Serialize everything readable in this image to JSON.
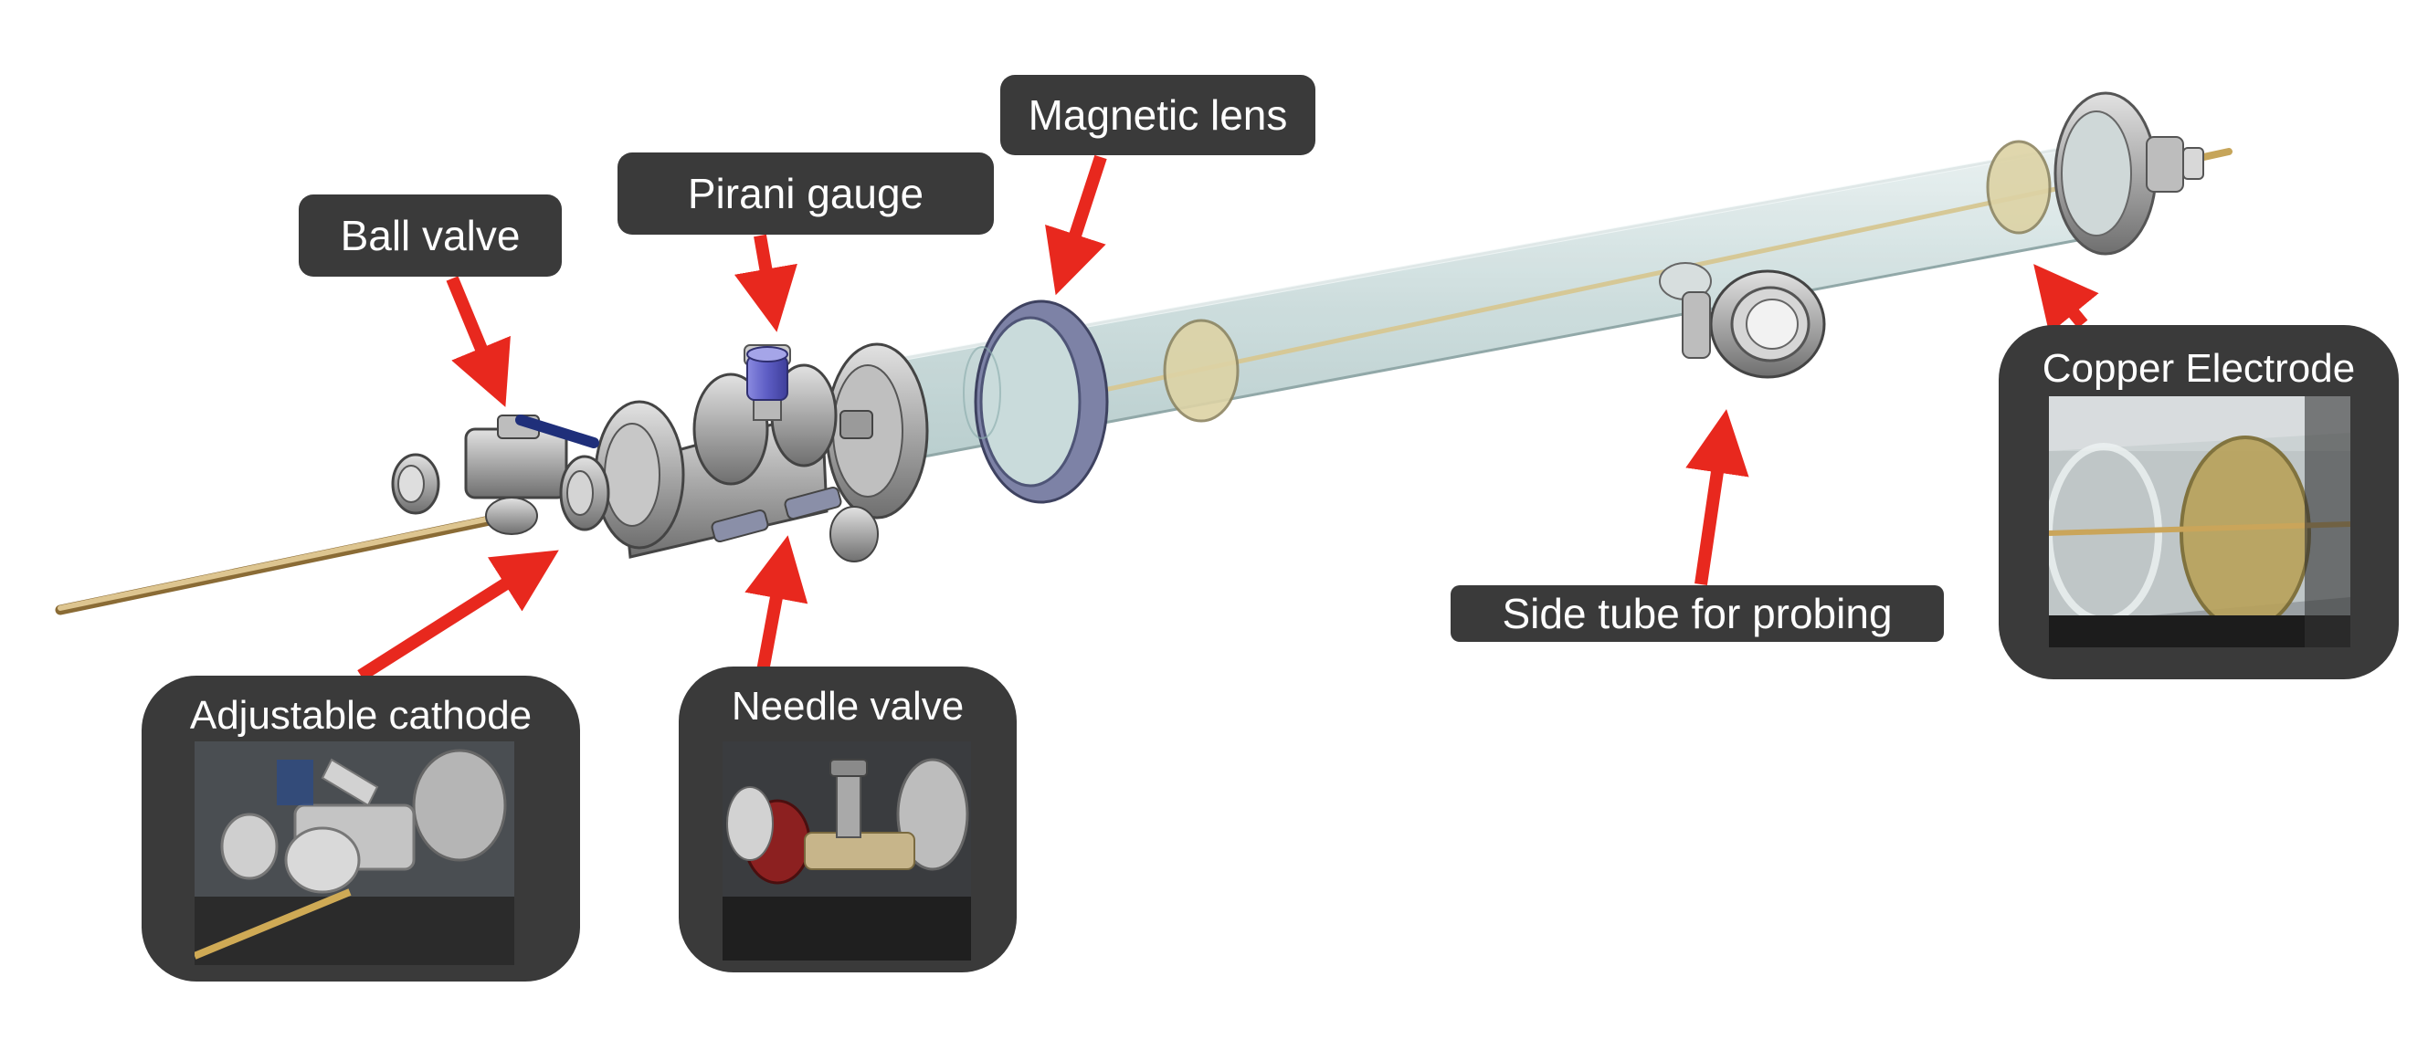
{
  "labels": {
    "ball_valve": "Ball valve",
    "pirani_gauge": "Pirani gauge",
    "magnetic_lens": "Magnetic lens",
    "side_tube": "Side tube for probing",
    "copper_electrode": "Copper Electrode",
    "adjustable_cathode": "Adjustable cathode",
    "needle_valve": "Needle valve"
  },
  "colors": {
    "label_bg": "#3a3a3a",
    "label_text": "#ffffff",
    "arrow": "#e8281e",
    "glass_tube": "#c9dbdb",
    "copper_rod": "#d9c08a",
    "steel": "#a9a9a9",
    "gauge_purple": "#6a6ad0"
  }
}
